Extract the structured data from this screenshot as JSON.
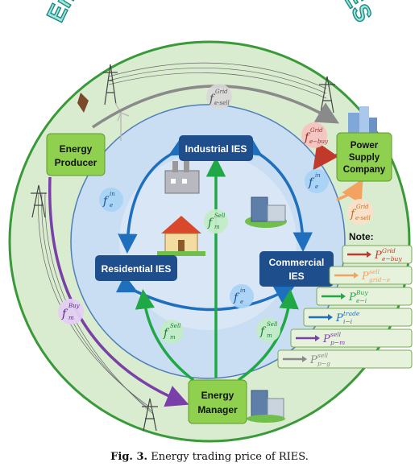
{
  "title": "Energy transaction price of RIES",
  "caption": {
    "label": "Fig. 3.",
    "text": "Energy trading price of RIES."
  },
  "colors": {
    "outer_fill": "#d9ecd0",
    "outer_stroke": "#3a9a3a",
    "inner_fill": "#c9ddf3",
    "node_blue": "#1f4e8c",
    "node_green": "#8fd14f",
    "arrow_red": "#c0392b",
    "arrow_orange": "#f4a261",
    "arrow_green": "#21a846",
    "arrow_blue": "#1f6fbf",
    "arrow_purple": "#7a3fa8",
    "arrow_gray": "#8a8a8a",
    "title_fill": "#9fe6e0",
    "title_stroke": "#1c8a80"
  },
  "nodes": {
    "industrial": "Industrial IES",
    "residential": "Residential IES",
    "commercial_1": "Commercial",
    "commercial_2": "IES",
    "producer_1": "Energy",
    "producer_2": "Producer",
    "power_1": "Power",
    "power_2": "Supply",
    "power_3": "Company",
    "manager_1": "Energy",
    "manager_2": "Manager"
  },
  "prices": {
    "f": "f",
    "grid_sell_sup": "Grid",
    "grid_sell_sub": "e-sell",
    "grid_buy_sup": "Grid",
    "grid_buy_sub": "e−buy",
    "in_sup": "in",
    "in_sub": "e",
    "sell_sup": "Sell",
    "sell_sub": "m",
    "buy_sup": "Buy",
    "buy_sub": "m"
  },
  "legend": {
    "title": "Note:",
    "P": "P",
    "items": [
      {
        "sup": "Grid",
        "sub": "e−buy",
        "color": "#c0392b"
      },
      {
        "sup": "sell",
        "sub": "grid−e",
        "color": "#f4a261"
      },
      {
        "sup": "Buy",
        "sub": "e−i",
        "color": "#21a846"
      },
      {
        "sup": "trade",
        "sub": "i−i",
        "color": "#1f6fbf"
      },
      {
        "sup": "sell",
        "sub": "p−m",
        "color": "#7a3fa8"
      },
      {
        "sup": "sell",
        "sub": "p−g",
        "color": "#8a8a8a"
      }
    ]
  }
}
